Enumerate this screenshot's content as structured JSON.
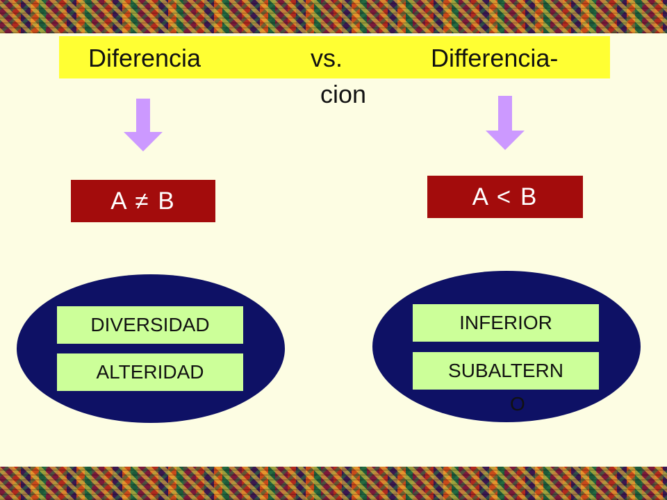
{
  "title": {
    "left": "Diferencia",
    "middle": "vs.",
    "right": "Differencia-",
    "right_wrap": "cion"
  },
  "left": {
    "relation": "A ≠ B",
    "items": [
      "DIVERSIDAD",
      "ALTERIDAD"
    ]
  },
  "right": {
    "relation": "A <  B",
    "items": [
      "INFERIOR",
      "SUBALTERN",
      "O"
    ]
  },
  "colors": {
    "background": "#fdfde3",
    "title_bar": "#ffff33",
    "arrow": "#cc99ff",
    "relation_box": "#a30c0c",
    "ellipse": "#0e1165",
    "item_box": "#ccff99"
  },
  "icons": [
    "down-arrow-icon",
    "down-arrow-icon"
  ]
}
